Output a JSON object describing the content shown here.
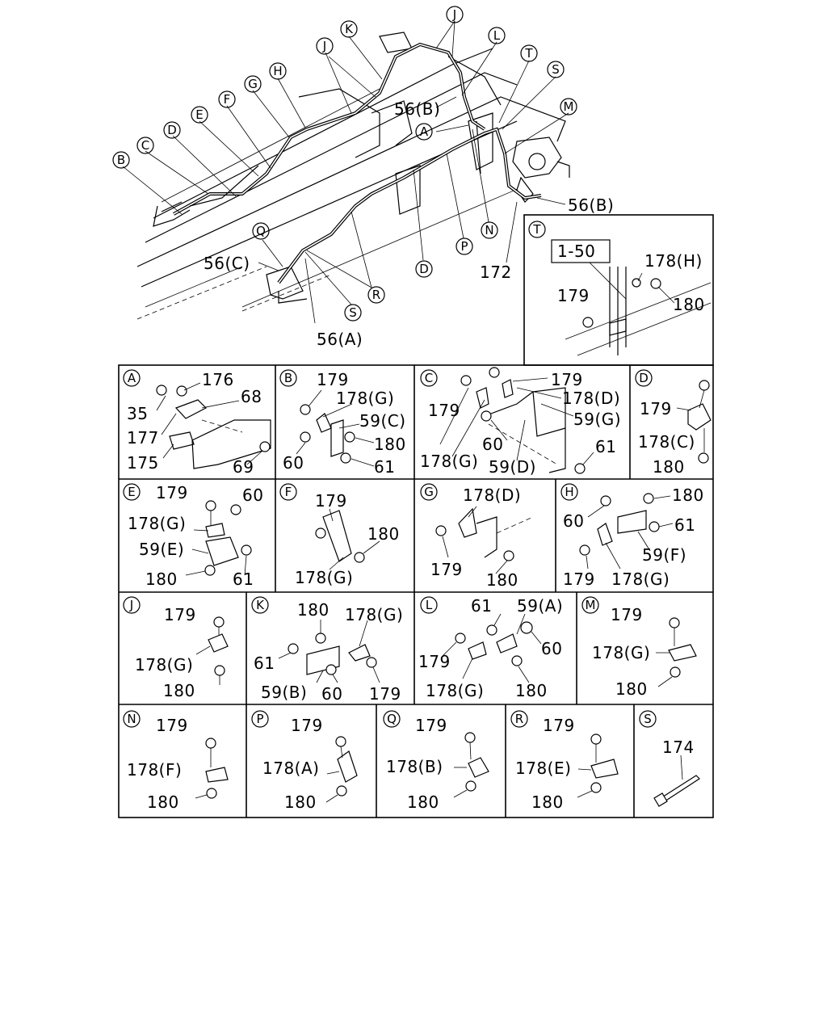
{
  "main_callouts": [
    "A",
    "B",
    "C",
    "D",
    "E",
    "F",
    "G",
    "H",
    "J",
    "K",
    "L",
    "M",
    "N",
    "P",
    "Q",
    "R",
    "S",
    "T"
  ],
  "main_labels": {
    "pipe_56b_upper": "56(B)",
    "pipe_56b_right": "56(B)",
    "pipe_56c": "56(C)",
    "pipe_56a": "56(A)",
    "pipe_172": "172"
  },
  "panels": [
    {
      "id": "T",
      "labels": [
        "1-50",
        "178(H)",
        "179",
        "180"
      ]
    },
    {
      "id": "A",
      "labels": [
        "176",
        "35",
        "68",
        "177",
        "175",
        "69"
      ]
    },
    {
      "id": "B",
      "labels": [
        "179",
        "178(G)",
        "59(C)",
        "180",
        "60",
        "61"
      ]
    },
    {
      "id": "C",
      "labels": [
        "179",
        "179",
        "178(D)",
        "59(G)",
        "60",
        "61",
        "178(G)",
        "59(D)"
      ]
    },
    {
      "id": "D",
      "labels": [
        "179",
        "178(C)",
        "180"
      ]
    },
    {
      "id": "E",
      "labels": [
        "179",
        "60",
        "178(G)",
        "59(E)",
        "180",
        "61"
      ]
    },
    {
      "id": "F",
      "labels": [
        "179",
        "180",
        "178(G)"
      ]
    },
    {
      "id": "G",
      "labels": [
        "178(D)",
        "179",
        "180"
      ]
    },
    {
      "id": "H",
      "labels": [
        "180",
        "60",
        "61",
        "59(F)",
        "179",
        "178(G)"
      ]
    },
    {
      "id": "J",
      "labels": [
        "179",
        "178(G)",
        "180"
      ]
    },
    {
      "id": "K",
      "labels": [
        "180",
        "178(G)",
        "61",
        "59(B)",
        "60",
        "179"
      ]
    },
    {
      "id": "L",
      "labels": [
        "61",
        "59(A)",
        "60",
        "179",
        "178(G)",
        "180"
      ]
    },
    {
      "id": "M",
      "labels": [
        "179",
        "178(G)",
        "180"
      ]
    },
    {
      "id": "N",
      "labels": [
        "179",
        "178(F)",
        "180"
      ]
    },
    {
      "id": "P",
      "labels": [
        "179",
        "178(A)",
        "180"
      ]
    },
    {
      "id": "Q",
      "labels": [
        "179",
        "178(B)",
        "180"
      ]
    },
    {
      "id": "R",
      "labels": [
        "179",
        "178(E)",
        "180"
      ]
    },
    {
      "id": "S",
      "labels": [
        "174"
      ]
    }
  ]
}
